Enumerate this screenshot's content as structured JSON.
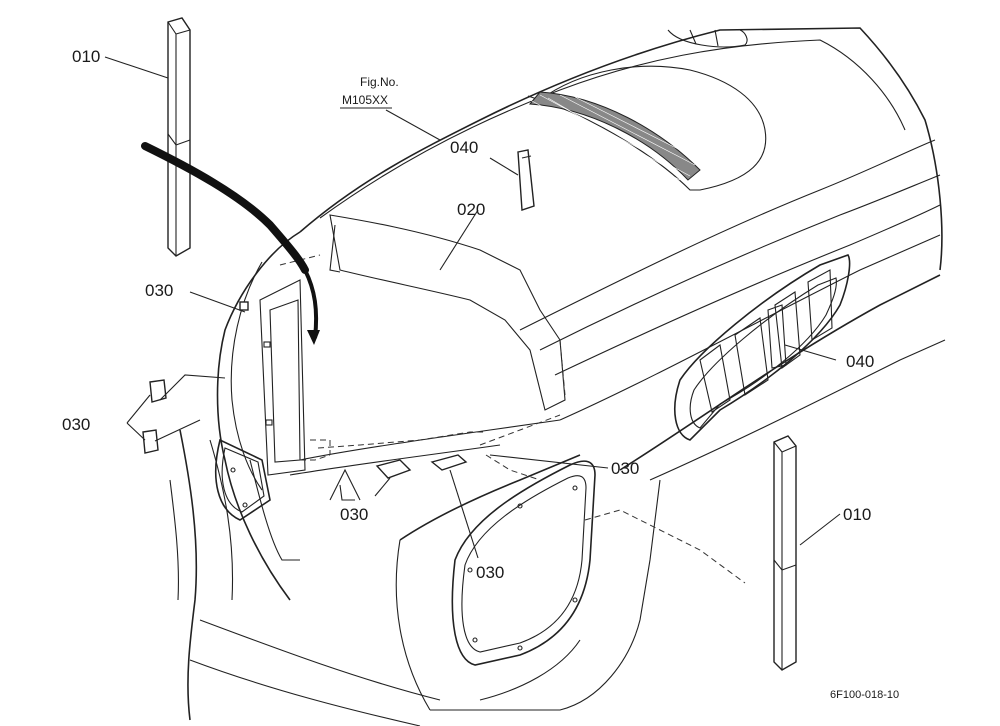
{
  "figure": {
    "fig_no_label": "Fig.No.",
    "fig_no_value": "M105XX",
    "drawing_code": "6F100-018-10"
  },
  "callouts": {
    "c010_top": "010",
    "c010_right": "010",
    "c020": "020",
    "c030_left_upper": "030",
    "c030_left_pair": "030",
    "c030_center_left": "030",
    "c030_center_right": "030",
    "c030_center_bottom": "030",
    "c040_top": "040",
    "c040_right": "040"
  }
}
